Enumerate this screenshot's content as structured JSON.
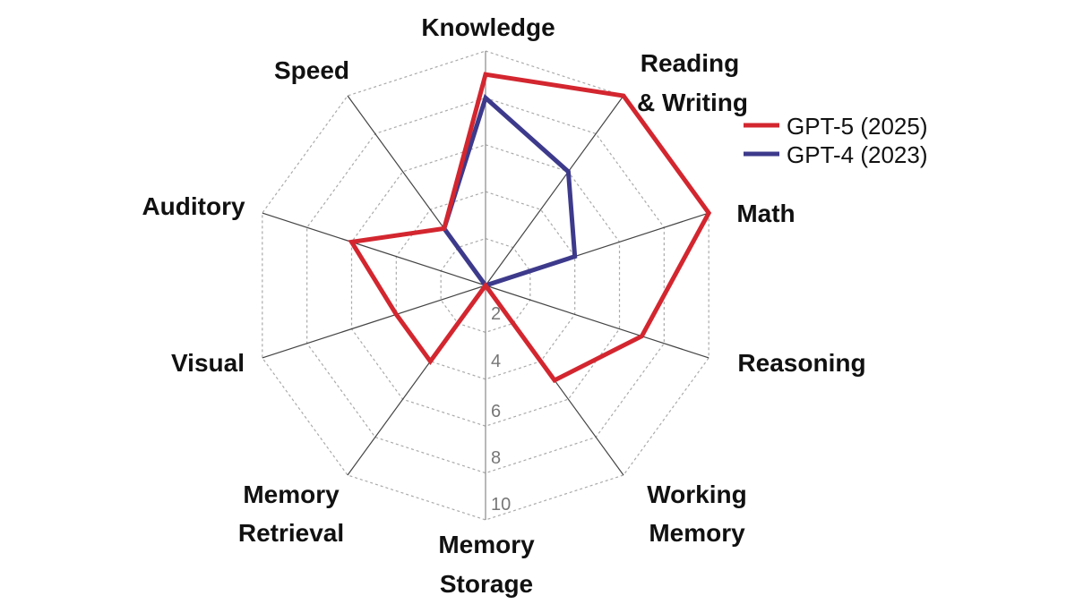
{
  "chart_data": {
    "type": "radar",
    "axes": [
      {
        "name": "Knowledge",
        "lines": [
          "Knowledge"
        ]
      },
      {
        "name": "Reading & Writing",
        "lines": [
          "Reading",
          "& Writing"
        ]
      },
      {
        "name": "Math",
        "lines": [
          "Math"
        ]
      },
      {
        "name": "Reasoning",
        "lines": [
          "Reasoning"
        ]
      },
      {
        "name": "Working Memory",
        "lines": [
          "Working",
          "Memory"
        ]
      },
      {
        "name": "Memory Storage",
        "lines": [
          "Memory",
          "Storage"
        ]
      },
      {
        "name": "Memory Retrieval",
        "lines": [
          "Memory",
          "Retrieval"
        ]
      },
      {
        "name": "Visual",
        "lines": [
          "Visual"
        ]
      },
      {
        "name": "Auditory",
        "lines": [
          "Auditory"
        ]
      },
      {
        "name": "Speed",
        "lines": [
          "Speed"
        ]
      }
    ],
    "range": [
      0,
      10
    ],
    "ticks": [
      "2",
      "4",
      "6",
      "8",
      "10"
    ],
    "grid": true,
    "legend_position": "top-right",
    "series": [
      {
        "name": "GPT-5 (2025)",
        "color": "#d3262f",
        "values": [
          9,
          10,
          10,
          7,
          5,
          0,
          4,
          4,
          6,
          3
        ]
      },
      {
        "name": "GPT-4 (2023)",
        "color": "#3d3a8c",
        "values": [
          8,
          6,
          4,
          0,
          0,
          0,
          0,
          0,
          0,
          3
        ]
      }
    ]
  }
}
